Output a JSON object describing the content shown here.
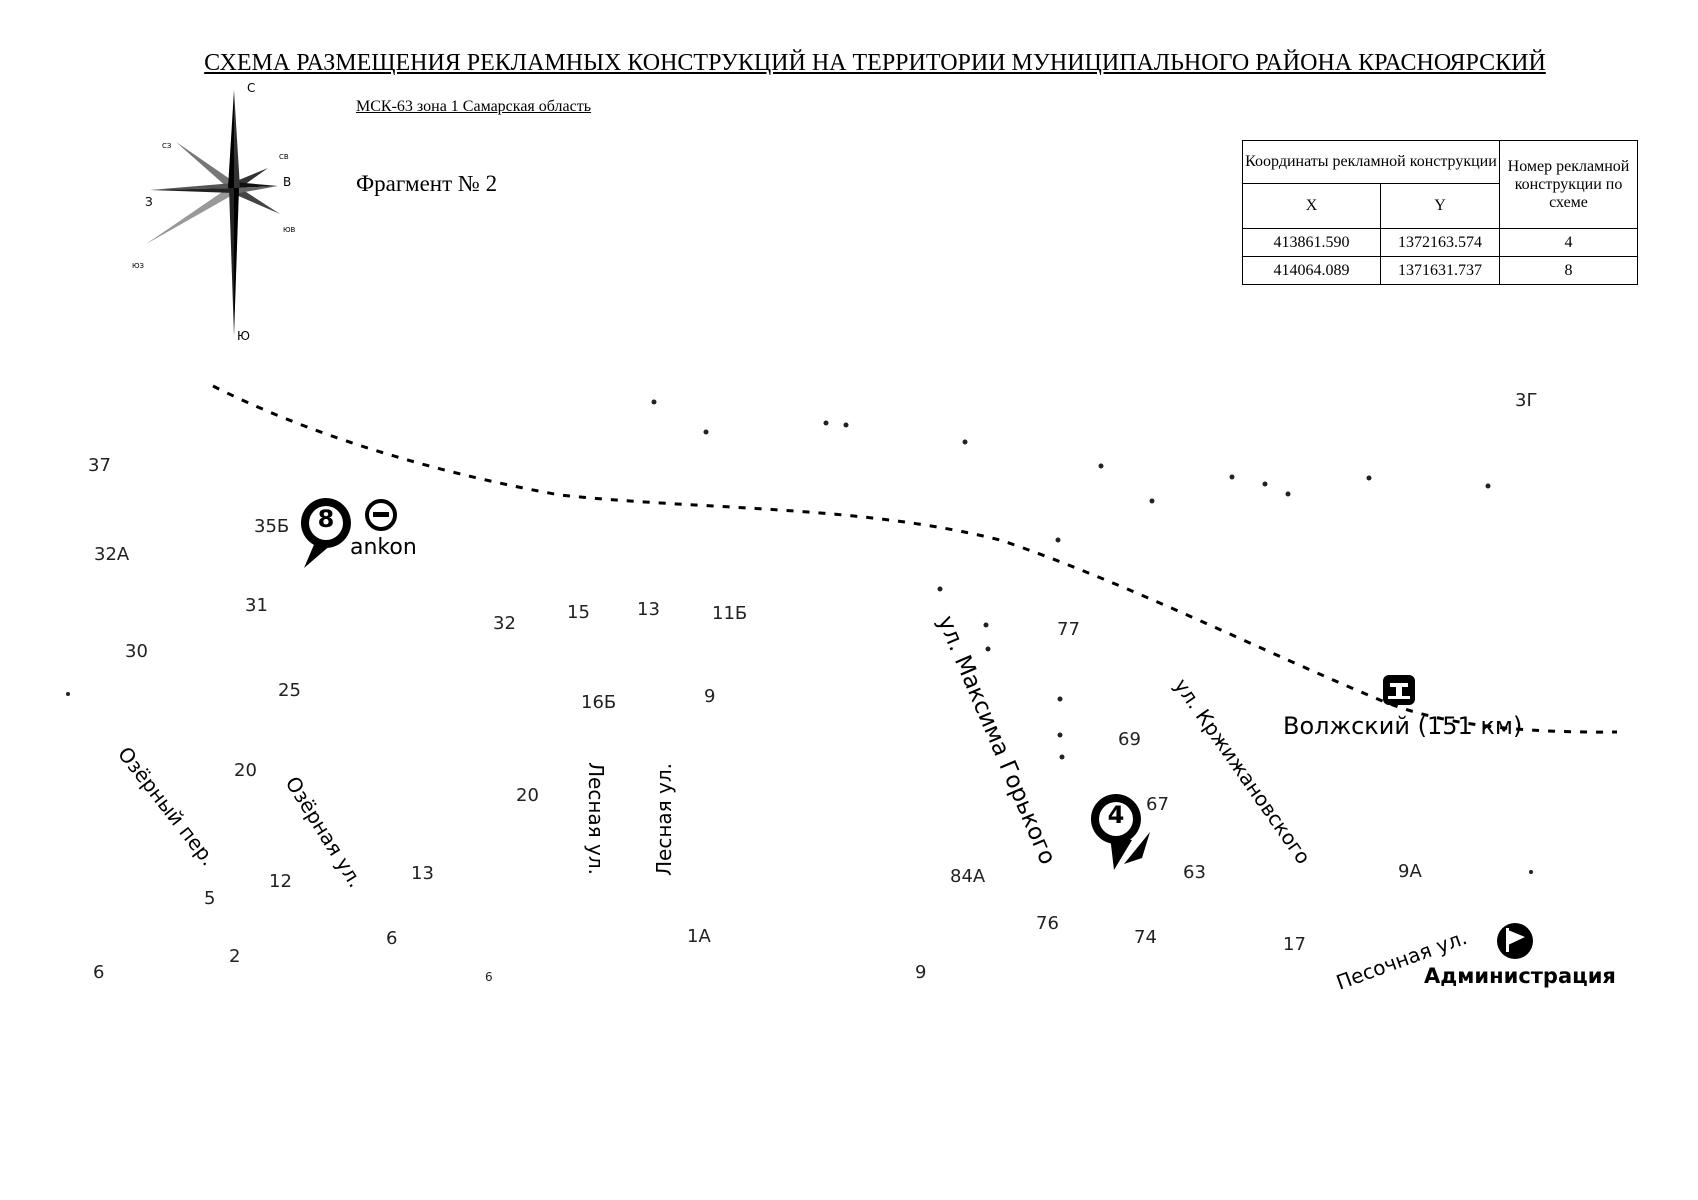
{
  "title": "СХЕМА РАЗМЕЩЕНИЯ РЕКЛАМНЫХ КОНСТРУКЦИЙ НА ТЕРРИТОРИИ МУНИЦИПАЛЬНОГО РАЙОНА КРАСНОЯРСКИЙ",
  "crs": "МСК-63 зона 1 Самарская область",
  "fragment": "Фрагмент № 2",
  "compass": {
    "n": "С",
    "s": "Ю",
    "e": "В",
    "w": "З",
    "ne": "СВ",
    "nw": "СЗ",
    "se": "ЮВ",
    "sw": "ЮЗ"
  },
  "table": {
    "coord_header": "Координаты рекламной конструкции",
    "x_header": "X",
    "y_header": "Y",
    "num_header": "Номер рекламной конструкции по схеме",
    "rows": [
      {
        "x": "413861.590",
        "y": "1372163.574",
        "num": "4"
      },
      {
        "x": "414064.089",
        "y": "1371631.737",
        "num": "8"
      }
    ]
  },
  "map": {
    "pins": [
      {
        "number": "8"
      },
      {
        "number": "4"
      }
    ],
    "streets": {
      "gorky": "ул. Максима Горького",
      "krzhizh": "ул. Кржижановского",
      "ozerny_per": "Озёрный пер.",
      "ozernaya": "Озёрная ул.",
      "lesnaya1": "Лесная ул.",
      "lesnaya2": "Лесная ул.",
      "pesochnaya": "Песочная ул."
    },
    "places": {
      "station": "Волжский (151 км)",
      "admin": "Администрация",
      "shop": "ankon"
    },
    "house_numbers": {
      "h37": "37",
      "h35b": "35Б",
      "h32a": "32А",
      "h31": "31",
      "h30": "30",
      "h25": "25",
      "h20a": "20",
      "h12": "12",
      "h5": "5",
      "h2": "2",
      "h6a": "6",
      "h13a": "13",
      "h6b": "6",
      "h6c": "6",
      "h32": "32",
      "h15": "15",
      "h13b": "13",
      "h11b": "11Б",
      "h16b": "16Б",
      "h9a": "9",
      "h20b": "20",
      "h1a": "1А",
      "h9b": "9",
      "h84a": "84А",
      "h77": "77",
      "h69": "69",
      "h67": "67",
      "h63": "63",
      "h76": "76",
      "h74": "74",
      "h17": "17",
      "h9a2": "9А",
      "h3g": "3Г"
    }
  }
}
